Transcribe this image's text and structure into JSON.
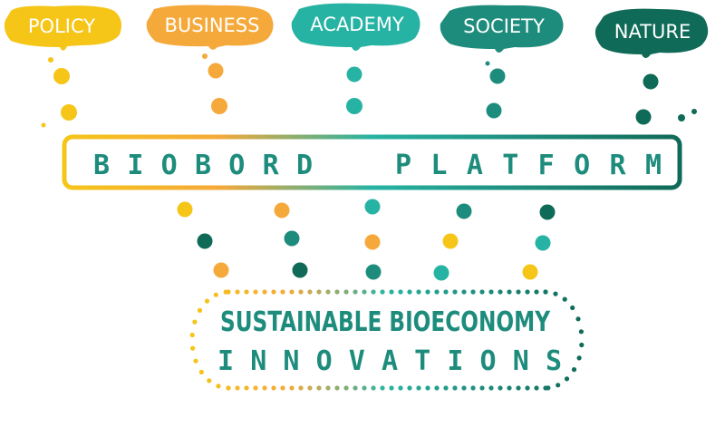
{
  "colors": {
    "yellow": "#f5c518",
    "orange": "#f5a93a",
    "teal_light": "#27b3a3",
    "teal_mid": "#1e8c7c",
    "teal_dark": "#0f6a57",
    "text_teal": "#1e8c7c"
  },
  "stakeholders": [
    {
      "label": "POLICY",
      "color": "#f5c518"
    },
    {
      "label": "BUSINESS",
      "color": "#f5a93a"
    },
    {
      "label": "ACADEMY",
      "color": "#27b3a3"
    },
    {
      "label": "SOCIETY",
      "color": "#1e8c7c"
    },
    {
      "label": "NATURE",
      "color": "#0f6a57"
    }
  ],
  "platform": {
    "title": "BIOBORD PLATFORM",
    "word1": "BIOBORD",
    "word2": "PLATFORM"
  },
  "outcome": {
    "line1": "SUSTAINABLE BIOECONOMY",
    "line2": "INNOVATIONS"
  }
}
